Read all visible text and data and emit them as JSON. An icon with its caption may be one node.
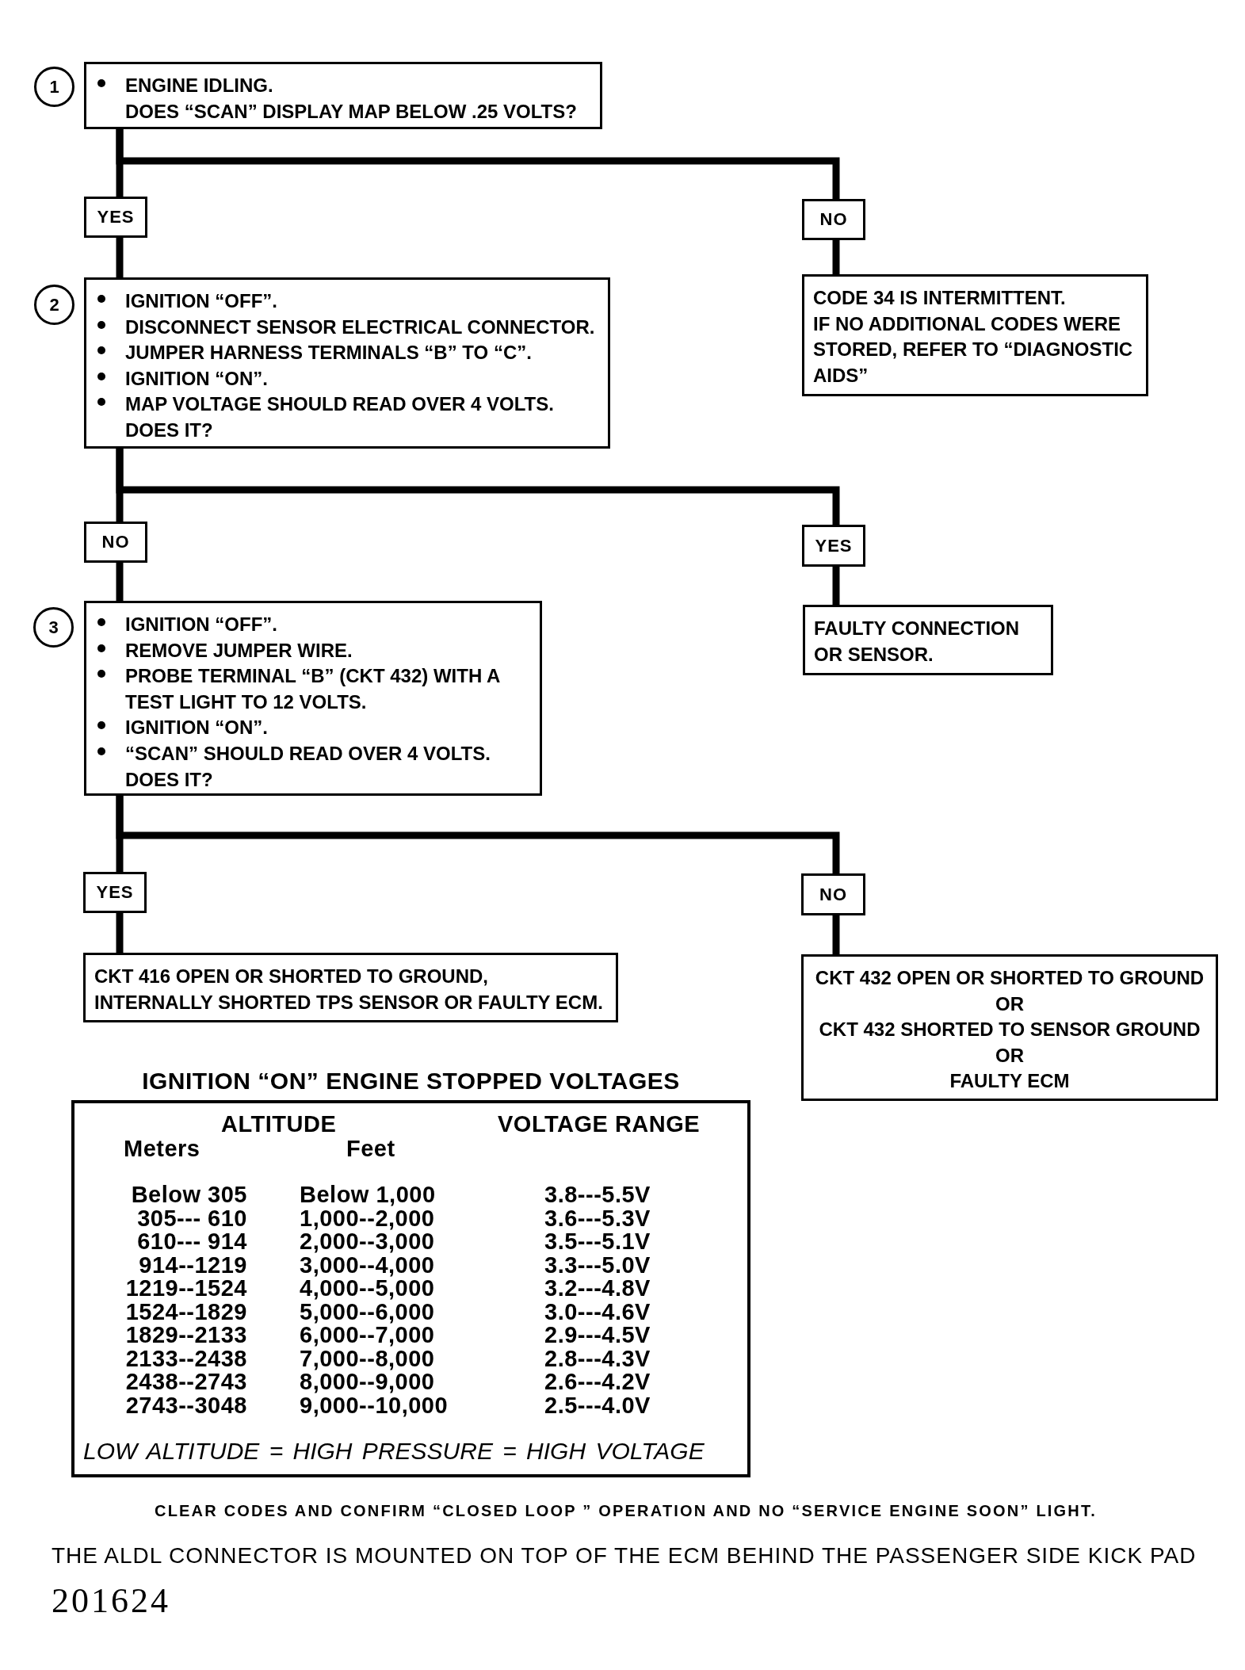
{
  "diagram": {
    "nodes": [
      {
        "text": [
          "1"
        ]
      },
      {
        "text": [
          "ENGINE IDLING.",
          "DOES “SCAN” DISPLAY MAP BELOW .25 VOLTS?"
        ]
      },
      {
        "text": [
          "YES"
        ]
      },
      {
        "text": [
          "NO"
        ]
      },
      {
        "text": [
          "2"
        ]
      },
      {
        "text": [
          "IGNITION “OFF”.",
          "DISCONNECT SENSOR ELECTRICAL CONNECTOR.",
          "JUMPER HARNESS TERMINALS “B” TO “C”.",
          "IGNITION “ON”.",
          "MAP VOLTAGE SHOULD READ OVER 4 VOLTS.",
          "DOES IT?"
        ]
      },
      {
        "text": [
          "CODE 34 IS INTERMITTENT.",
          "IF NO ADDITIONAL CODES WERE STORED, REFER TO “DIAGNOSTIC AIDS”"
        ]
      },
      {
        "text": [
          "NO"
        ]
      },
      {
        "text": [
          "YES"
        ]
      },
      {
        "text": [
          "3"
        ]
      },
      {
        "text": [
          "IGNITION “OFF”.",
          "REMOVE JUMPER WIRE.",
          "PROBE TERMINAL “B” (CKT 432) WITH A TEST LIGHT TO 12 VOLTS.",
          "IGNITION “ON”.",
          "“SCAN” SHOULD READ OVER 4 VOLTS.",
          "DOES IT?"
        ]
      },
      {
        "text": [
          "FAULTY CONNECTION OR SENSOR."
        ]
      },
      {
        "text": [
          "YES"
        ]
      },
      {
        "text": [
          "NO"
        ]
      },
      {
        "text": [
          "CKT 416 OPEN OR SHORTED TO GROUND, INTERNALLY SHORTED TPS SENSOR OR FAULTY ECM."
        ]
      },
      {
        "text": [
          "CKT 432 OPEN OR SHORTED TO GROUND",
          "OR",
          "CKT 432 SHORTED TO SENSOR GROUND",
          "OR",
          "FAULTY ECM"
        ]
      },
      {
        "text": [
          "IGNITION “ON” ENGINE STOPPED VOLTAGES",
          "ALTITUDE",
          "VOLTAGE RANGE",
          "Meters",
          "Feet",
          "Below 305",
          "Below 1,000",
          "3.8---5.5V",
          "305--- 610",
          "1,000--2,000",
          "3.6---5.3V",
          "610--- 914",
          "2,000--3,000",
          "3.5---5.1V",
          "914--1219",
          "3,000--4,000",
          "3.3---5.0V",
          "1219--1524",
          "4,000--5,000",
          "3.2---4.8V",
          "1524--1829",
          "5,000--6,000",
          "3.0---4.6V",
          "1829--2133",
          "6,000--7,000",
          "2.9---4.5V",
          "2133--2438",
          "7,000--8,000",
          "2.8---4.3V",
          "2438--2743",
          "8,000--9,000",
          "2.6---4.2V",
          "2743--3048",
          "9,000--10,000",
          "2.5---4.0V",
          "LOW ALTITUDE = HIGH PRESSURE = HIGH VOLTAGE"
        ]
      }
    ],
    "edges": [
      {
        "from": 1,
        "to": 2,
        "arrow": "none"
      },
      {
        "from": 1,
        "to": 3,
        "arrow": "none"
      },
      {
        "from": 2,
        "to": 5,
        "arrow": "none"
      },
      {
        "from": 3,
        "to": 6,
        "arrow": "none"
      },
      {
        "from": 5,
        "to": 7,
        "arrow": "none"
      },
      {
        "from": 5,
        "to": 8,
        "arrow": "none"
      },
      {
        "from": 7,
        "to": 10,
        "arrow": "none"
      },
      {
        "from": 8,
        "to": 11,
        "arrow": "none"
      },
      {
        "from": 10,
        "to": 12,
        "arrow": "none"
      },
      {
        "from": 10,
        "to": 13,
        "arrow": "none"
      },
      {
        "from": 12,
        "to": 14,
        "arrow": "none"
      },
      {
        "from": 13,
        "to": 15,
        "arrow": "none"
      }
    ],
    "labels": [
      "CLEAR CODES AND CONFIRM “CLOSED LOOP ” OPERATION AND NO “SERVICE ENGINE SOON” LIGHT.",
      "THE ALDL CONNECTOR IS MOUNTED ON TOP OF THE ECM BEHIND THE PASSENGER SIDE KICK PAD",
      "201624"
    ]
  }
}
